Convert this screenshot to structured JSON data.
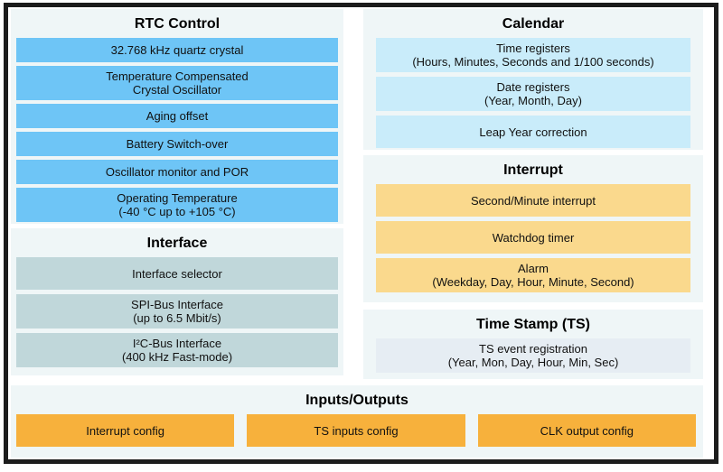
{
  "colors": {
    "border": "#1c1c1c",
    "panel_bg": "#EFF6F7",
    "rtc_box": "#6EC5F6",
    "interface_box": "#C0D7DA",
    "calendar_box": "#C9ECFA",
    "interrupt_box": "#FAD98D",
    "timestamp_box": "#E6EDF3",
    "io_box": "#F7B13C"
  },
  "panels": {
    "rtc_control": {
      "title": "RTC Control",
      "items": [
        "32.768 kHz quartz crystal",
        "Temperature Compensated\nCrystal Oscillator",
        "Aging offset",
        "Battery Switch-over",
        "Oscillator monitor and POR",
        "Operating Temperature\n(-40 °C up to +105 °C)"
      ]
    },
    "interface": {
      "title": "Interface",
      "items": [
        "Interface selector",
        "SPI-Bus Interface\n(up to 6.5 Mbit/s)",
        "I²C-Bus Interface\n(400 kHz Fast-mode)"
      ]
    },
    "calendar": {
      "title": "Calendar",
      "items": [
        "Time registers\n(Hours, Minutes, Seconds and 1/100 seconds)",
        "Date registers\n(Year, Month, Day)",
        "Leap Year correction"
      ]
    },
    "interrupt": {
      "title": "Interrupt",
      "items": [
        "Second/Minute interrupt",
        "Watchdog timer",
        "Alarm\n(Weekday, Day, Hour, Minute, Second)"
      ]
    },
    "time_stamp": {
      "title": "Time Stamp (TS)",
      "items": [
        "TS event registration\n(Year, Mon, Day, Hour, Min, Sec)"
      ]
    },
    "inputs_outputs": {
      "title": "Inputs/Outputs",
      "items": [
        "Interrupt config",
        "TS inputs config",
        "CLK output config"
      ]
    }
  }
}
